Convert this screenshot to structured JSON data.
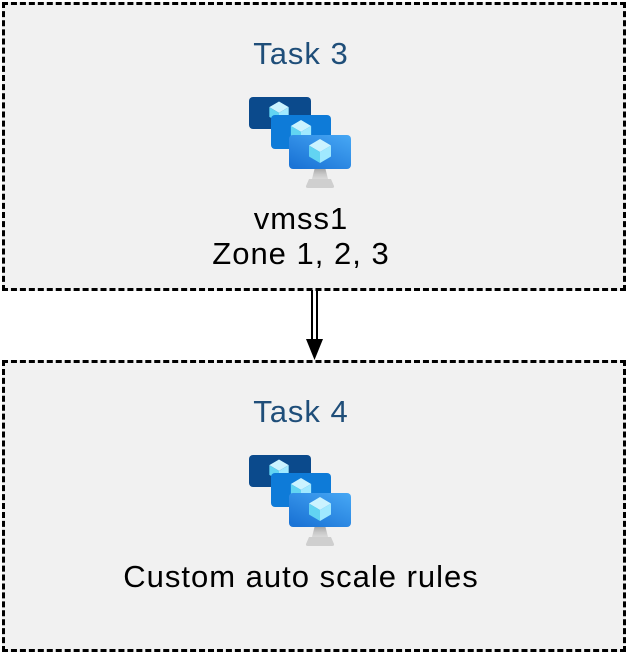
{
  "diagram": {
    "tasks": [
      {
        "title": "Task 3",
        "icon": "vm-scale-sets-icon",
        "label_line1": "vmss1",
        "label_line2": "Zone 1, 2, 3"
      },
      {
        "title": "Task 4",
        "icon": "vm-scale-sets-icon",
        "label_line1": "Custom auto scale rules"
      }
    ],
    "connector": {
      "type": "double-line-arrow",
      "direction": "down"
    },
    "colors": {
      "box_fill": "#f1f1f1",
      "box_border": "#000000",
      "title_text": "#1f4e79",
      "body_text": "#000000",
      "arrow_color": "#000000",
      "monitor_back": "#0b4a8c",
      "monitor_middle": "#0e7bd8",
      "monitor_front_light": "#47a8f5",
      "monitor_front_dark": "#1b74d6",
      "cube_top": "#cbf3ff",
      "cube_left": "#62d4f2",
      "cube_right": "#a0e9ff",
      "stand_light": "#d9d9d9",
      "stand_dark": "#a9a9a9"
    }
  }
}
